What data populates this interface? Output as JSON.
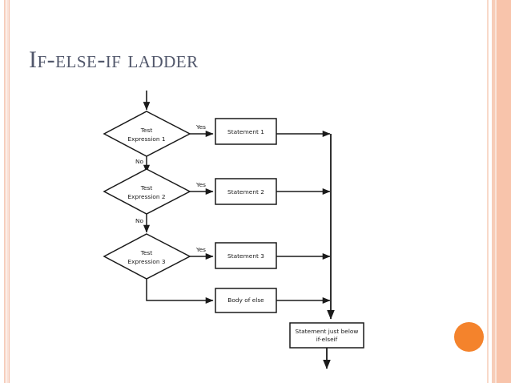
{
  "slide": {
    "title": "If-else-if ladder",
    "background_color": "#ffffff",
    "title_color": "#51576b",
    "accent_color": "#f4832c",
    "border_colors": [
      "#f6cdbb",
      "#fae2d8",
      "#f2c0ab",
      "#f8c4ab",
      "#f7cdb8"
    ]
  },
  "flowchart": {
    "line_color": "#1a1a1a",
    "node_fill": "#ffffff",
    "decisions": [
      {
        "id": "test-expression-1",
        "line1": "Test",
        "line2": "Expression 1",
        "yes_label": "Yes",
        "no_label": "No"
      },
      {
        "id": "test-expression-2",
        "line1": "Test",
        "line2": "Expression 2",
        "yes_label": "Yes",
        "no_label": "No"
      },
      {
        "id": "test-expression-3",
        "line1": "Test",
        "line2": "Expression 3",
        "yes_label": "Yes",
        "no_label": ""
      }
    ],
    "statements": [
      {
        "id": "statement-1",
        "label": "Statement 1"
      },
      {
        "id": "statement-2",
        "label": "Statement 2"
      },
      {
        "id": "statement-3",
        "label": "Statement 3"
      },
      {
        "id": "body-of-else",
        "label": "Body of else"
      }
    ],
    "final": {
      "id": "statement-below",
      "line1": "Statement just below",
      "line2": "if-elseif"
    }
  }
}
